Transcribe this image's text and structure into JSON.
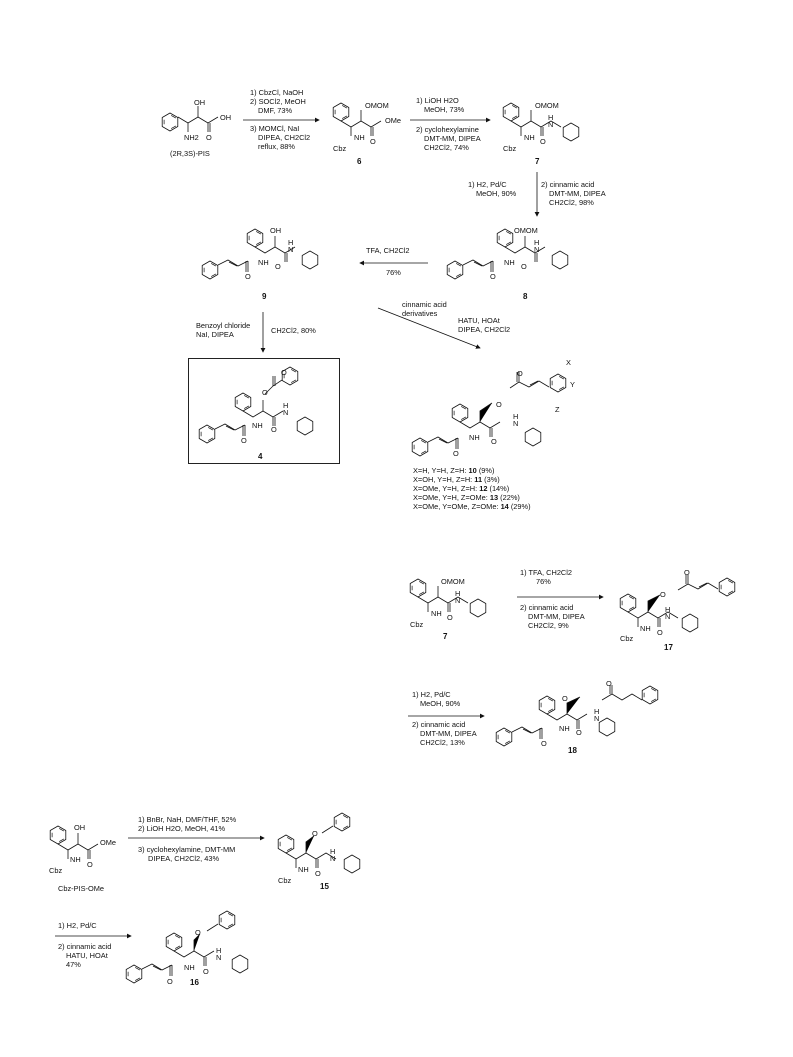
{
  "compounds": {
    "pis": {
      "caption": "(2R,3S)-PIS",
      "oh": "OH",
      "oh2": "OH",
      "o": "O",
      "nh2": "NH2"
    },
    "c6": {
      "label": "6",
      "omom": "OMOM",
      "ome": "OMe",
      "nh": "NH",
      "cbz": "Cbz",
      "o": "O"
    },
    "c7": {
      "label": "7",
      "omom": "OMOM",
      "h": "H",
      "n": "N",
      "nh": "NH",
      "cbz": "Cbz",
      "o": "O"
    },
    "c8": {
      "label": "8",
      "omom": "OMOM",
      "h": "H",
      "n": "N",
      "nh": "NH",
      "o": "O"
    },
    "c9": {
      "label": "9",
      "oh": "OH",
      "h": "H",
      "n": "N",
      "nh": "NH",
      "o": "O"
    },
    "c4": {
      "label": "4",
      "o": "O",
      "h": "H",
      "n": "N",
      "nh": "NH"
    },
    "c10_14": {
      "x": "X",
      "y": "Y",
      "z": "Z",
      "h": "H",
      "n": "N",
      "nh": "NH",
      "o": "O"
    },
    "c17": {
      "label": "17",
      "o": "O",
      "h": "H",
      "n": "N",
      "nh": "NH",
      "cbz": "Cbz"
    },
    "c18": {
      "label": "18",
      "o": "O",
      "h": "H",
      "n": "N",
      "nh": "NH"
    },
    "cbzpis": {
      "caption": "Cbz-PIS-OMe",
      "oh": "OH",
      "ome": "OMe",
      "nh": "NH",
      "cbz": "Cbz",
      "o": "O"
    },
    "c15": {
      "label": "15",
      "o": "O",
      "h": "H",
      "n": "N",
      "nh": "NH",
      "cbz": "Cbz"
    },
    "c16": {
      "label": "16",
      "o": "O",
      "h": "H",
      "n": "N",
      "nh": "NH"
    }
  },
  "conditions": {
    "r1": [
      "1) CbzCl, NaOH",
      "2) SOCl2, MeOH",
      "DMF, 73%",
      "3) MOMCl, NaI",
      "DIPEA, CH2Cl2",
      "reflux, 88%"
    ],
    "r2": [
      "1) LiOH H2O",
      "MeOH, 73%",
      "2) cyclohexylamine",
      "DMT-MM, DIPEA",
      "CH2Cl2, 74%"
    ],
    "r3a": [
      "1) H2, Pd/C",
      "MeOH, 90%"
    ],
    "r3b": [
      "2) cinnamic acid",
      "DMT-MM, DIPEA",
      "CH2Cl2, 98%"
    ],
    "r4": [
      "TFA, CH2Cl2",
      "76%"
    ],
    "r5a": [
      "Benzoyl chloride",
      "NaI, DIPEA"
    ],
    "r5b": [
      "CH2Cl2, 80%"
    ],
    "r6a": [
      "cinnamic acid",
      "derivatives"
    ],
    "r6b": [
      "HATU, HOAt",
      "DIPEA, CH2Cl2"
    ],
    "r7": [
      "1) TFA, CH2Cl2",
      "76%",
      "2) cinnamic acid",
      "DMT-MM, DIPEA",
      "CH2Cl2, 9%"
    ],
    "r8": [
      "1) H2, Pd/C",
      "MeOH, 90%",
      "2) cinnamic acid",
      "DMT-MM, DIPEA",
      "CH2Cl2, 13%"
    ],
    "r9": [
      "1) BnBr, NaH, DMF/THF, 52%",
      "2) LiOH H2O, MeOH, 41%",
      "3) cyclohexylamine,  DMT-MM",
      "DIPEA, CH2Cl2, 43%"
    ],
    "r10": [
      "1) H2, Pd/C",
      "2) cinnamic acid",
      "HATU, HOAt",
      "47%"
    ]
  },
  "derivatives": [
    {
      "text": "X=H, Y=H, Z=H: ",
      "num": "10",
      "yield": " (9%)"
    },
    {
      "text": "X=OH, Y=H, Z=H: ",
      "num": "11",
      "yield": " (3%)"
    },
    {
      "text": "X=OMe, Y=H, Z=H: ",
      "num": "12",
      "yield": " (14%)"
    },
    {
      "text": "X=OMe, Y=H, Z=OMe: ",
      "num": "13",
      "yield": " (22%)"
    },
    {
      "text": "X=OMe, Y=OMe, Z=OMe: ",
      "num": "14",
      "yield": " (29%)"
    }
  ]
}
